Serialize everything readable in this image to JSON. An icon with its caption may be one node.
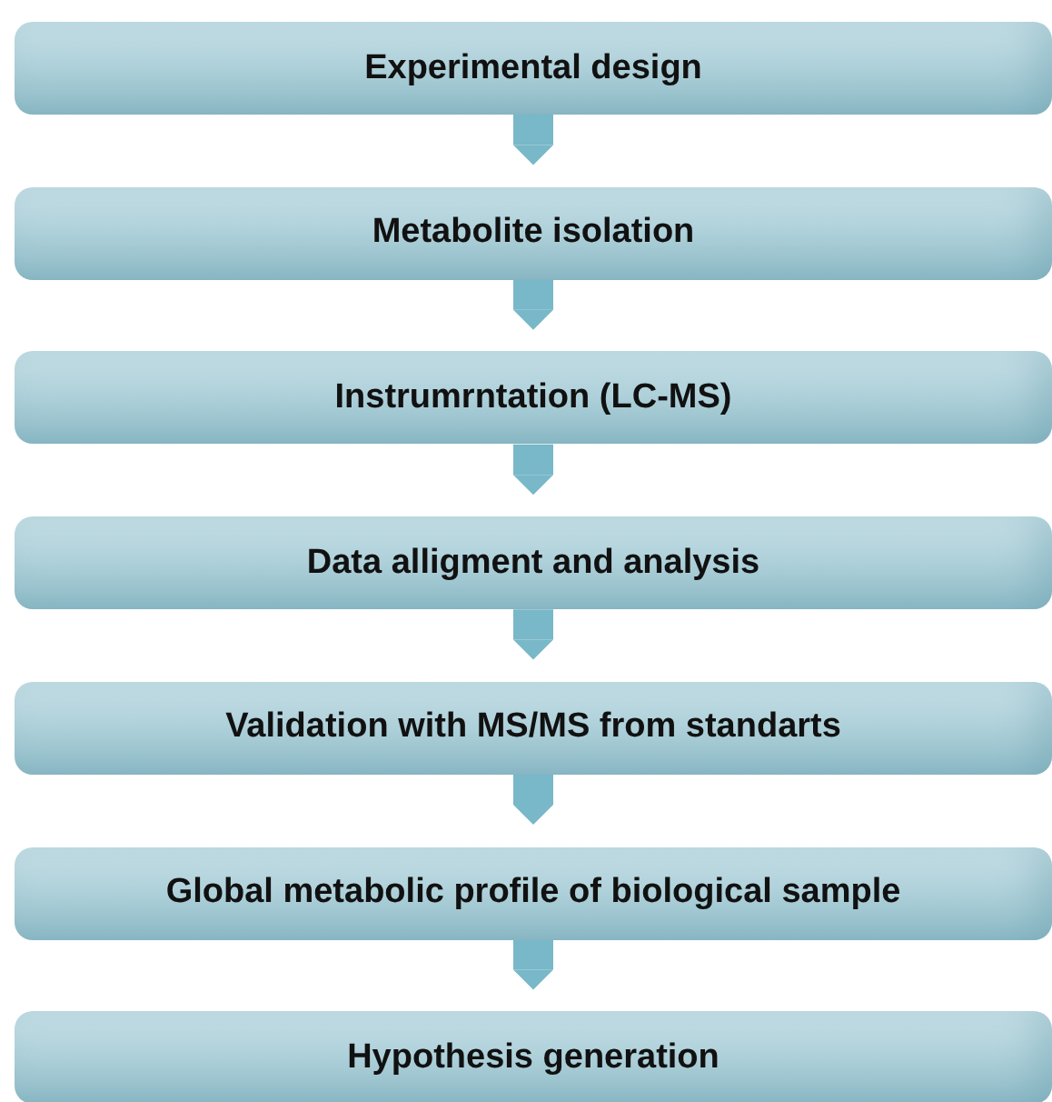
{
  "diagram": {
    "nodes": [
      {
        "text": [
          "Experimental design"
        ]
      },
      {
        "text": [
          "Metabolite isolation"
        ]
      },
      {
        "text": [
          "Instrumrntation (LC-MS)"
        ]
      },
      {
        "text": [
          "Data alligment and analysis"
        ]
      },
      {
        "text": [
          "Validation with MS/MS from standarts"
        ]
      },
      {
        "text": [
          "Global metabolic profile of biological sample"
        ]
      },
      {
        "text": [
          "Hypothesis generation"
        ]
      }
    ],
    "edges": [
      {
        "from": 0,
        "to": 1,
        "arrow": "to"
      },
      {
        "from": 1,
        "to": 2,
        "arrow": "to"
      },
      {
        "from": 2,
        "to": 3,
        "arrow": "to"
      },
      {
        "from": 3,
        "to": 4,
        "arrow": "to"
      },
      {
        "from": 4,
        "to": 5,
        "arrow": "to"
      },
      {
        "from": 5,
        "to": 6,
        "arrow": "to"
      }
    ]
  }
}
